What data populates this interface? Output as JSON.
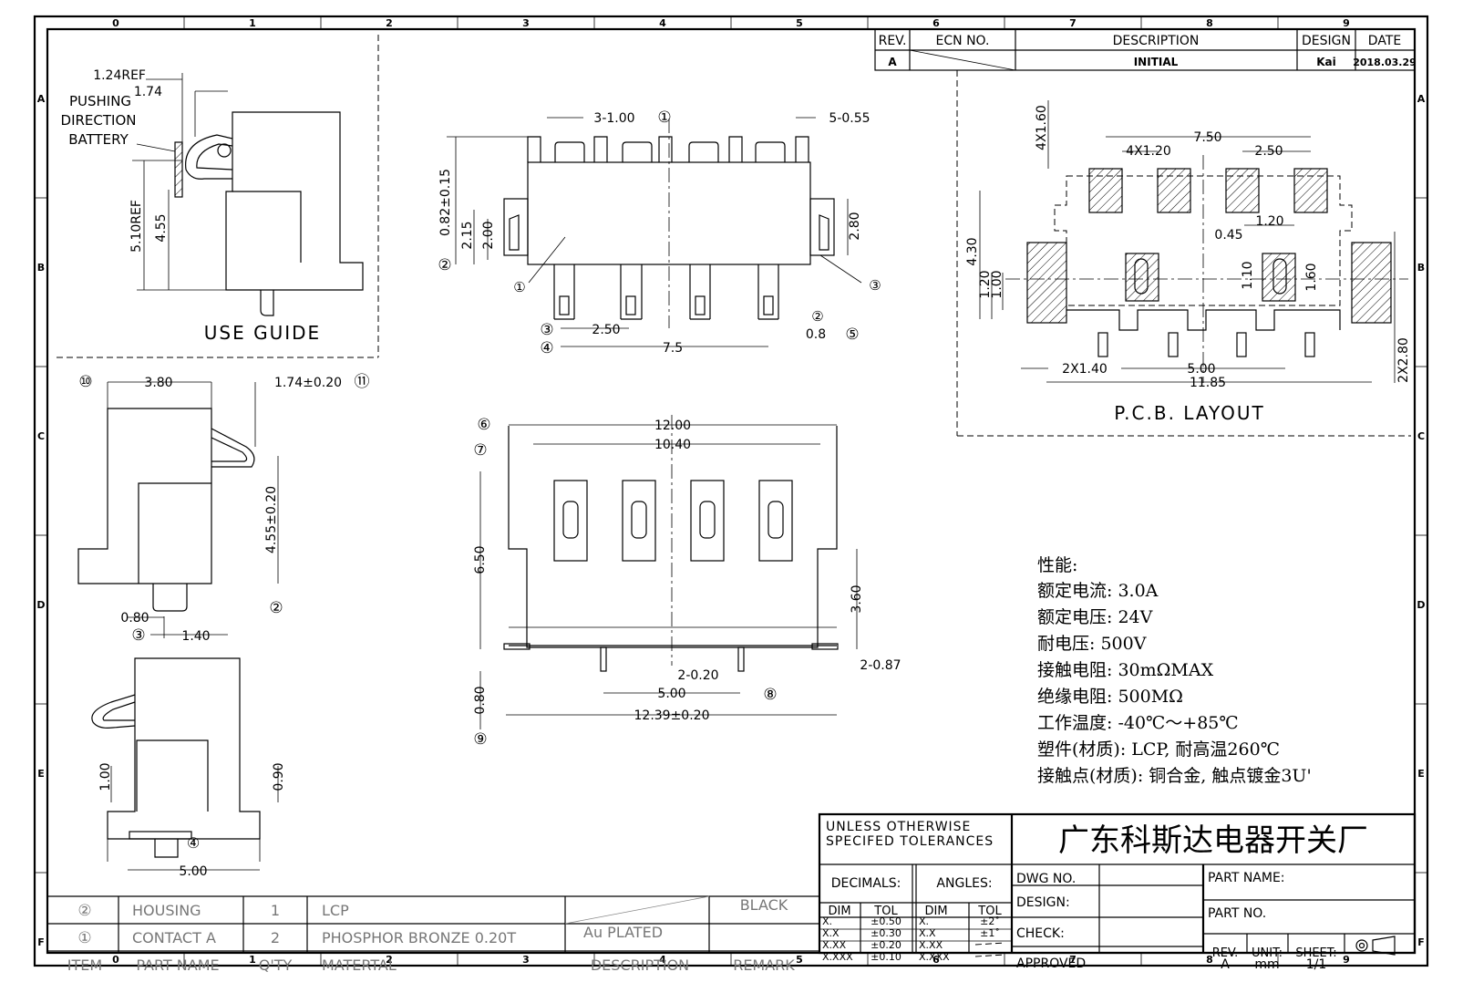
{
  "border": {
    "columns": [
      "0",
      "1",
      "2",
      "3",
      "4",
      "5",
      "6",
      "7",
      "8",
      "9"
    ],
    "rows": [
      "A",
      "B",
      "C",
      "D",
      "E",
      "F"
    ]
  },
  "revision_block": {
    "headers": [
      "REV.",
      "ECN NO.",
      "DESCRIPTION",
      "DESIGN",
      "DATE"
    ],
    "row": {
      "rev": "A",
      "ecn": "",
      "description": "INITIAL",
      "design": "Kai",
      "date": "2018.03.29"
    }
  },
  "views": {
    "use_guide": {
      "title": "USE GUIDE",
      "note": [
        "PUSHING",
        "DIRECTION",
        "BATTERY"
      ],
      "dims": [
        "1.24REF",
        "1.74",
        "5.10REF",
        "4.55"
      ]
    },
    "front": {
      "dims": [
        "3-1.00",
        "5-0.55",
        "0.82±0.15",
        "2.15",
        "2.00",
        "2.80",
        "2.50",
        "7.5",
        "0.8"
      ],
      "balloons": {
        "b1": "①",
        "b2": "②",
        "b3": "③",
        "b4": "④",
        "b5": "⑤"
      }
    },
    "side": {
      "dims": [
        "3.80",
        "1.74±0.20",
        "4.55±0.20",
        "0.80",
        "1.40"
      ],
      "balloons": {
        "b10": "⑩",
        "b11": "⑪",
        "b2": "②",
        "b3": "③"
      }
    },
    "side_bottom": {
      "dims": [
        "1.00",
        "0.90",
        "5.00"
      ],
      "balloons": {
        "b4": "④"
      }
    },
    "top": {
      "dims": [
        "12.00",
        "10.40",
        "6.50",
        "3.60",
        "2-0.87",
        "2-0.20",
        "5.00",
        "0.80",
        "12.39±0.20"
      ],
      "balloons": {
        "b6": "⑥",
        "b7": "⑦",
        "b8": "⑧",
        "b9": "⑨"
      }
    },
    "pcb": {
      "title": "P.C.B. LAYOUT",
      "dims": [
        "4X1.60",
        "7.50",
        "4X1.20",
        "2.50",
        "0.45",
        "1.20",
        "4.30",
        "1.20",
        "1.00",
        "1.10",
        "1.60",
        "2X2.80",
        "2X1.40",
        "5.00",
        "11.85"
      ]
    }
  },
  "specs": {
    "heading": "性能:",
    "lines": [
      "额定电流: 3.0A",
      "额定电压: 24V",
      "耐电压: 500V",
      "接触电阻: 30mΩMAX",
      "绝缘电阻: 500MΩ",
      "工作温度: -40℃～+85℃",
      "塑件(材质): LCP, 耐高温260℃",
      "接触点(材质): 铜合金, 触点镀金3U'"
    ]
  },
  "title_block": {
    "tolerance_note": [
      "UNLESS OTHERWISE",
      "SPECIFED TOLERANCES"
    ],
    "company": "广东科斯达电器开关厂",
    "decimals_label": "DECIMALS:",
    "angles_label": "ANGLES:",
    "dec_headers": [
      "DIM",
      "TOL"
    ],
    "decimals": [
      [
        "X.",
        "±0.50"
      ],
      [
        "X.X",
        "±0.30"
      ],
      [
        "X.XX",
        "±0.20"
      ],
      [
        "X.XXX",
        "±0.10"
      ]
    ],
    "angles": [
      [
        "X.",
        "±2˚"
      ],
      [
        "X.X",
        "±1˚"
      ],
      [
        "X.XX",
        ""
      ],
      [
        "X.XXX",
        ""
      ]
    ],
    "labels": {
      "dwg_no": "DWG NO.",
      "design": "DESIGN:",
      "check": "CHECK:",
      "approved": "APPROVED",
      "part_name": "PART NAME:",
      "part_no": "PART NO."
    },
    "rev": {
      "label": "REV.",
      "value": "A"
    },
    "unit": {
      "label": "UNIT:",
      "value": "mm"
    },
    "sheet": {
      "label": "SHEET:",
      "value": "1/1"
    }
  },
  "bom": {
    "headers": [
      "ITEM",
      "PART NAME",
      "Q'TY",
      "MATERTAL",
      "DESCRIPTION",
      "REMARK"
    ],
    "rows": [
      {
        "item": "②",
        "name": "HOUSING",
        "qty": "1",
        "material": "LCP",
        "description": "",
        "remark": "BLACK"
      },
      {
        "item": "①",
        "name": "CONTACT A",
        "qty": "2",
        "material": "PHOSPHOR BRONZE 0.20T",
        "description": "Au PLATED",
        "remark": ""
      }
    ]
  }
}
